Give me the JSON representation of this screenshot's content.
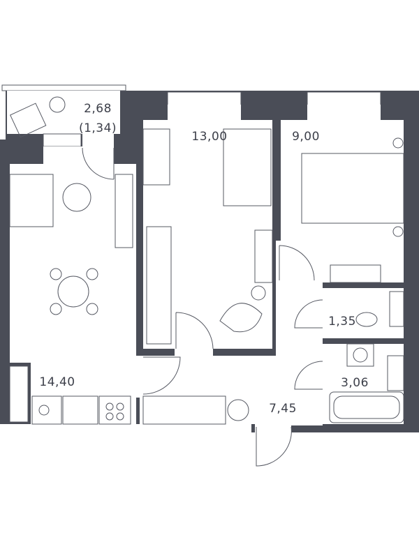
{
  "plan": {
    "wall_color": "#4a4d57",
    "rooms": [
      {
        "id": "balcony",
        "area": "2,68",
        "area_reduced": "(1,34)"
      },
      {
        "id": "bedroom-1",
        "area": "13,00"
      },
      {
        "id": "bedroom-2",
        "area": "9,00"
      },
      {
        "id": "kitchen-living",
        "area": "14,40"
      },
      {
        "id": "wc",
        "area": "1,35"
      },
      {
        "id": "bathroom",
        "area": "3,06"
      },
      {
        "id": "hallway",
        "area": "7,45"
      }
    ]
  }
}
